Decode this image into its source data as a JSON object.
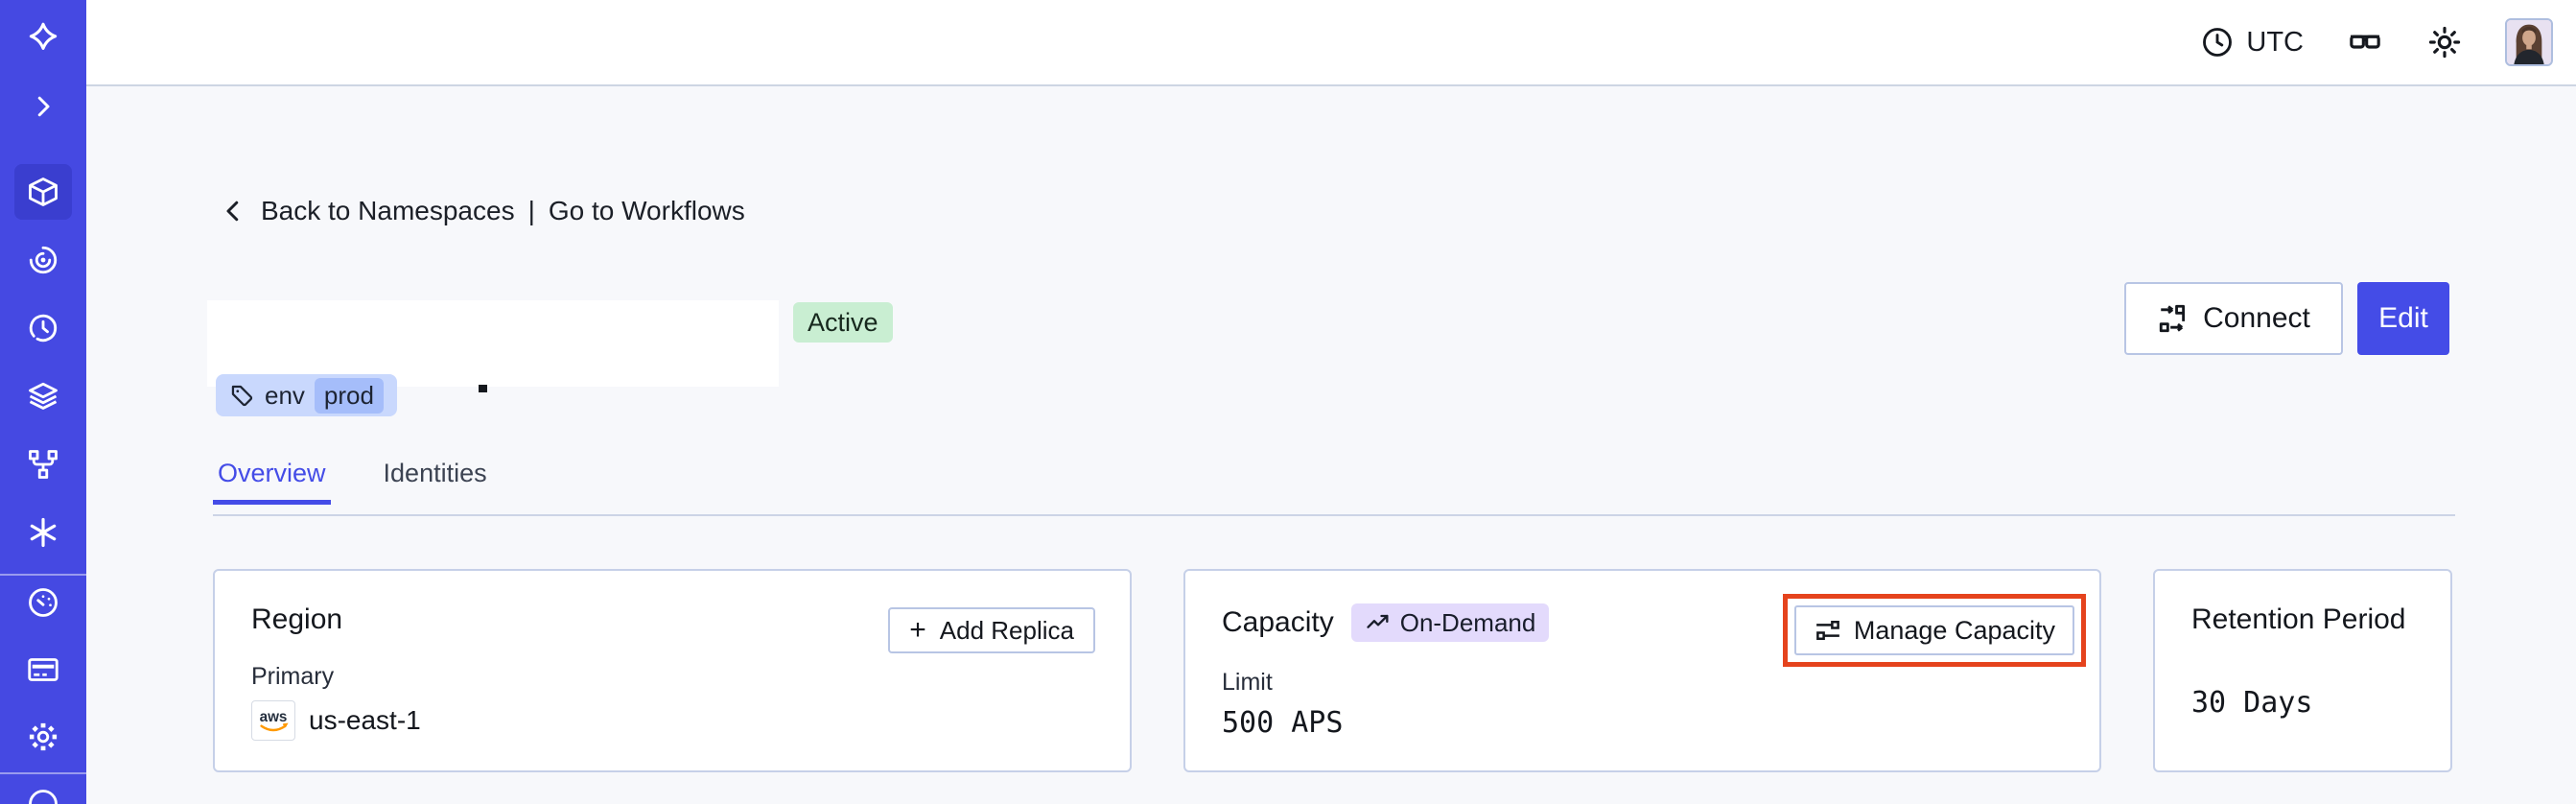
{
  "topbar": {
    "timezone": "UTC"
  },
  "breadcrumb": {
    "back_label": "Back to Namespaces",
    "separator": "|",
    "workflows_label": "Go to Workflows"
  },
  "namespace_header": {
    "status": "Active",
    "tag_key": "env",
    "tag_value": "prod",
    "connect_label": "Connect",
    "edit_label": "Edit"
  },
  "tabs": [
    {
      "label": "Overview",
      "active": true
    },
    {
      "label": "Identities",
      "active": false
    }
  ],
  "cards": {
    "region": {
      "title": "Region",
      "plus": "+",
      "add_replica_label": "Add Replica",
      "field_label": "Primary",
      "provider": "aws",
      "value": "us-east-1"
    },
    "capacity": {
      "title": "Capacity",
      "badge": "On-Demand",
      "manage_label": "Manage Capacity",
      "field_label": "Limit",
      "value": "500 APS"
    },
    "retention": {
      "title": "Retention Period",
      "value": "30 Days"
    }
  },
  "colors": {
    "sidebar": "#4549e2",
    "sidebar_active": "#3a3ecf",
    "accent": "#444ce7",
    "status_active_bg": "#c9eed2",
    "tag_bg": "#c9d8fd",
    "tag_value_bg": "#a5bdfa",
    "ondemand_bg": "#e3dafc",
    "highlight_border": "#e5431d",
    "card_border": "#c6d0e8",
    "content_bg": "#f7f8fb",
    "aws_orange": "#ff9900"
  }
}
